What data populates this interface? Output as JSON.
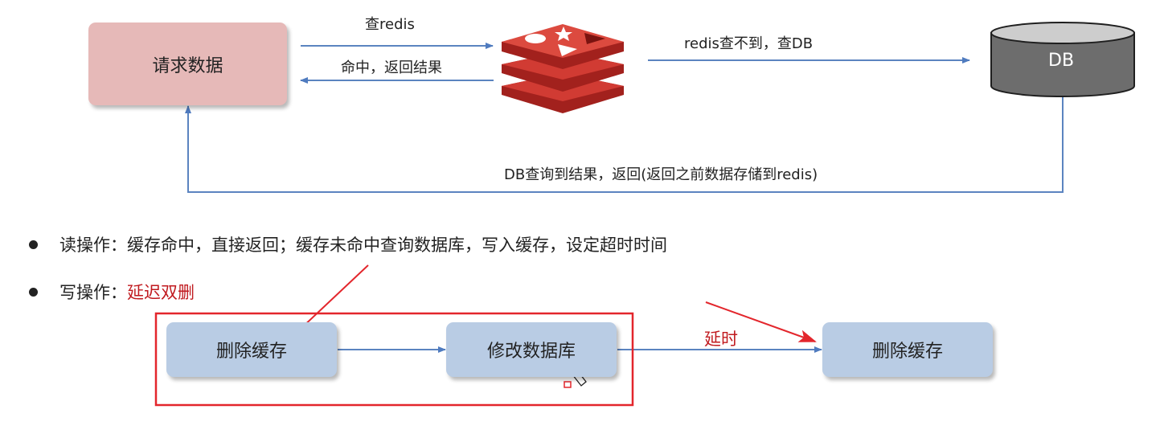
{
  "top_flow": {
    "request_box": "请求数据",
    "query_redis_label": "查redis",
    "hit_return_label": "命中，返回结果",
    "redis_miss_label": "redis查不到，查DB",
    "db_label": "DB",
    "db_return_label": "DB查询到结果，返回(返回之前数据存储到redis)"
  },
  "bullets": {
    "read_prefix": "读操作：",
    "read_text": "缓存命中，直接返回；缓存未命中查询数据库，写入缓存，设定超时时间",
    "write_prefix": "写操作：",
    "write_highlight": "延迟双删"
  },
  "write_flow": {
    "step1": "删除缓存",
    "step2": "修改数据库",
    "delay_label": "延时",
    "step3": "删除缓存"
  },
  "colors": {
    "request_box": "#e6b9b8",
    "flow_box": "#b9cce4",
    "arrow": "#5b84c0",
    "annotation_red": "#e3262c",
    "redis_red": "#c9302c",
    "db_gray": "#6d6d6d"
  }
}
